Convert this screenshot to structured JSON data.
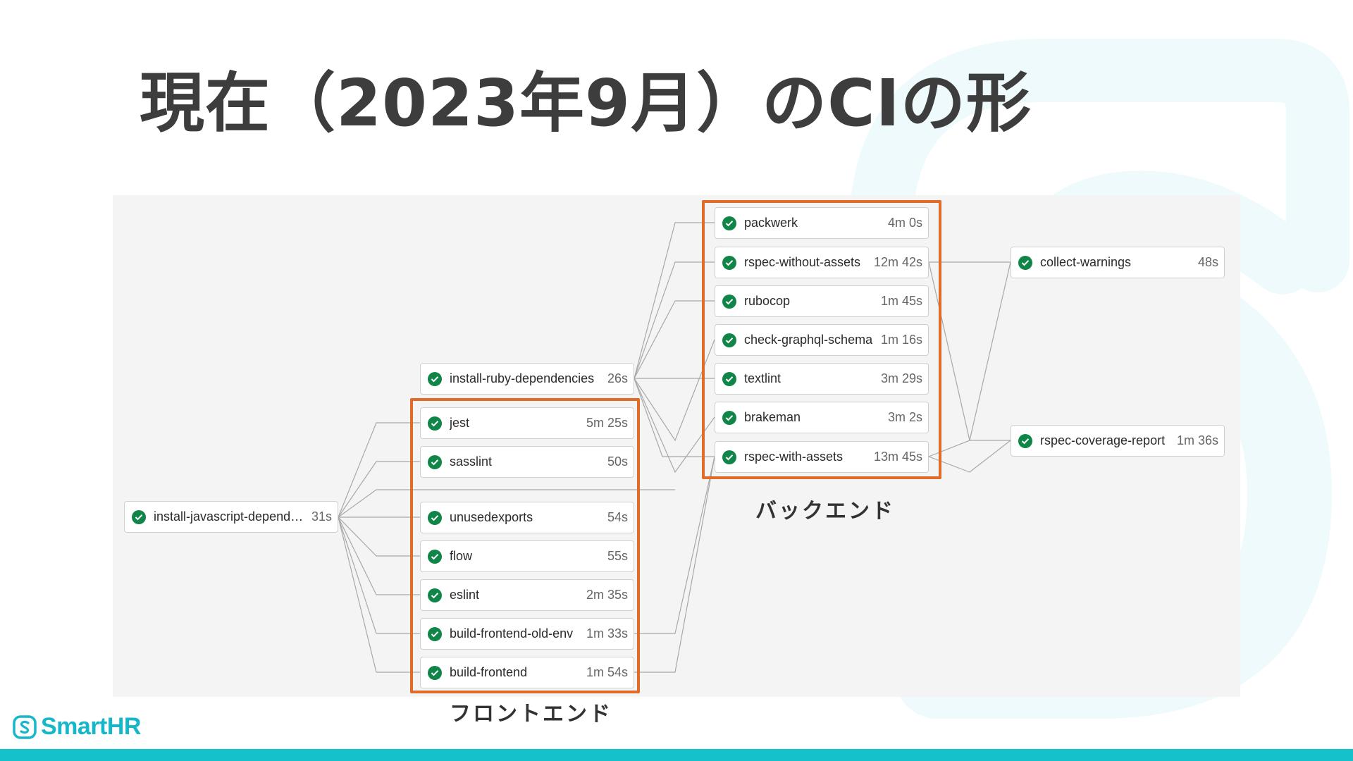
{
  "title": "現在（2023年9月）のCIの形",
  "brand": {
    "name": "SmartHR",
    "color": "#16b7c8",
    "icon": "smarthr-logo-icon"
  },
  "colors": {
    "success": "#108548",
    "group_border": "#e06c2a",
    "panel": "#f4f4f4",
    "accent_bar": "#15c2cc"
  },
  "groups": {
    "frontend": {
      "label": "フロントエンド"
    },
    "backend": {
      "label": "バックエンド"
    }
  },
  "jobs": {
    "install_js": {
      "name": "install-javascript-depende…",
      "duration": "31s",
      "status_icon": "check-circle-icon"
    },
    "install_ruby": {
      "name": "install-ruby-dependencies",
      "duration": "26s",
      "status_icon": "check-circle-icon"
    },
    "jest": {
      "name": "jest",
      "duration": "5m 25s",
      "status_icon": "check-circle-icon"
    },
    "sasslint": {
      "name": "sasslint",
      "duration": "50s",
      "status_icon": "check-circle-icon"
    },
    "unusedexports": {
      "name": "unusedexports",
      "duration": "54s",
      "status_icon": "check-circle-icon"
    },
    "flow": {
      "name": "flow",
      "duration": "55s",
      "status_icon": "check-circle-icon"
    },
    "eslint": {
      "name": "eslint",
      "duration": "2m 35s",
      "status_icon": "check-circle-icon"
    },
    "build_frontend_old_env": {
      "name": "build-frontend-old-env",
      "duration": "1m 33s",
      "status_icon": "check-circle-icon"
    },
    "build_frontend": {
      "name": "build-frontend",
      "duration": "1m 54s",
      "status_icon": "check-circle-icon"
    },
    "packwerk": {
      "name": "packwerk",
      "duration": "4m 0s",
      "status_icon": "check-circle-icon"
    },
    "rspec_without_assets": {
      "name": "rspec-without-assets",
      "duration": "12m 42s",
      "status_icon": "check-circle-icon"
    },
    "rubocop": {
      "name": "rubocop",
      "duration": "1m 45s",
      "status_icon": "check-circle-icon"
    },
    "check_graphql_schema": {
      "name": "check-graphql-schema",
      "duration": "1m 16s",
      "status_icon": "check-circle-icon"
    },
    "textlint": {
      "name": "textlint",
      "duration": "3m 29s",
      "status_icon": "check-circle-icon"
    },
    "brakeman": {
      "name": "brakeman",
      "duration": "3m 2s",
      "status_icon": "check-circle-icon"
    },
    "rspec_with_assets": {
      "name": "rspec-with-assets",
      "duration": "13m 45s",
      "status_icon": "check-circle-icon"
    },
    "collect_warnings": {
      "name": "collect-warnings",
      "duration": "48s",
      "status_icon": "check-circle-icon"
    },
    "rspec_coverage_report": {
      "name": "rspec-coverage-report",
      "duration": "1m 36s",
      "status_icon": "check-circle-icon"
    }
  }
}
